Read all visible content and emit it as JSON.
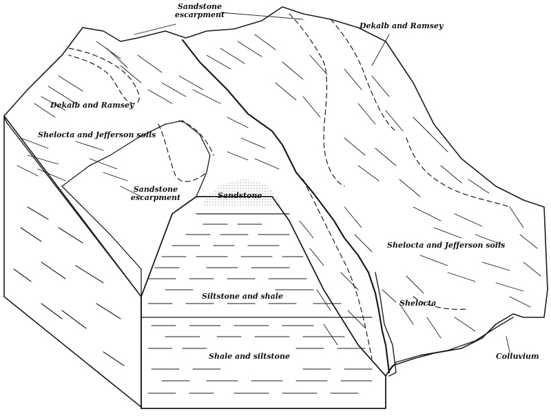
{
  "diagram": {
    "labels": {
      "sandstone_escarpment_top": {
        "line1": "Sandstone",
        "line2": "escarpment"
      },
      "dekalb_ramsey_right": "Dekalb and Ramsey",
      "dekalb_ramsey_left": "Dekalb and Ramsey",
      "shelocta_jefferson_left": "Shelocta and Jefferson soils",
      "sandstone_escarpment_mid": {
        "line1": "Sandstone",
        "line2": "escarpment"
      },
      "sandstone": "Sandstone",
      "shelocta_jefferson_right": "Shelocta and Jefferson soils",
      "siltstone_shale": "Siltstone and shale",
      "shelocta": "Shelocta",
      "shale_siltstone": "Shale and siltstone",
      "colluvium": "Colluvium"
    }
  }
}
